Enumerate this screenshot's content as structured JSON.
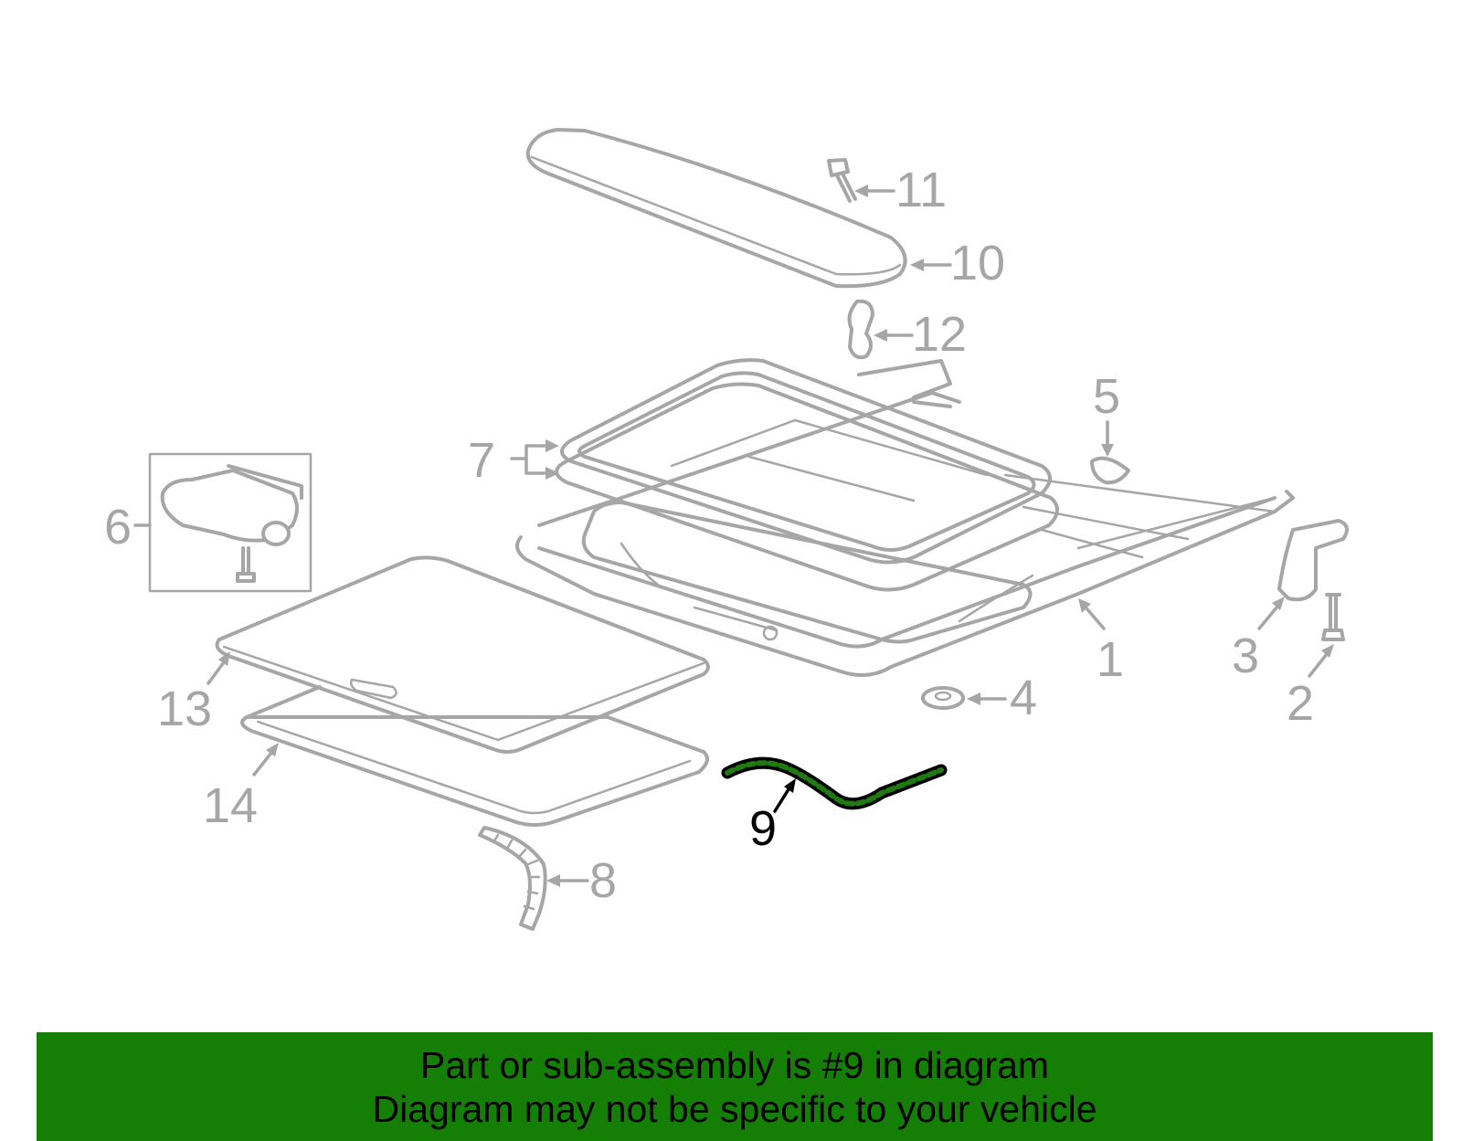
{
  "callouts": {
    "c1": "1",
    "c2": "2",
    "c3": "3",
    "c4": "4",
    "c5": "5",
    "c6": "6",
    "c7": "7",
    "c8": "8",
    "c9": "9",
    "c10": "10",
    "c11": "11",
    "c12": "12",
    "c13": "13",
    "c14": "14"
  },
  "highlighted_part": "9",
  "colors": {
    "parts": "#a6a6a6",
    "highlight": "#000000",
    "highlight_fill": "#1f7a10",
    "banner": "#157f05"
  },
  "banner": {
    "line1": "Part or sub-assembly is #9 in diagram",
    "line2": "Diagram may not be specific to your vehicle"
  }
}
